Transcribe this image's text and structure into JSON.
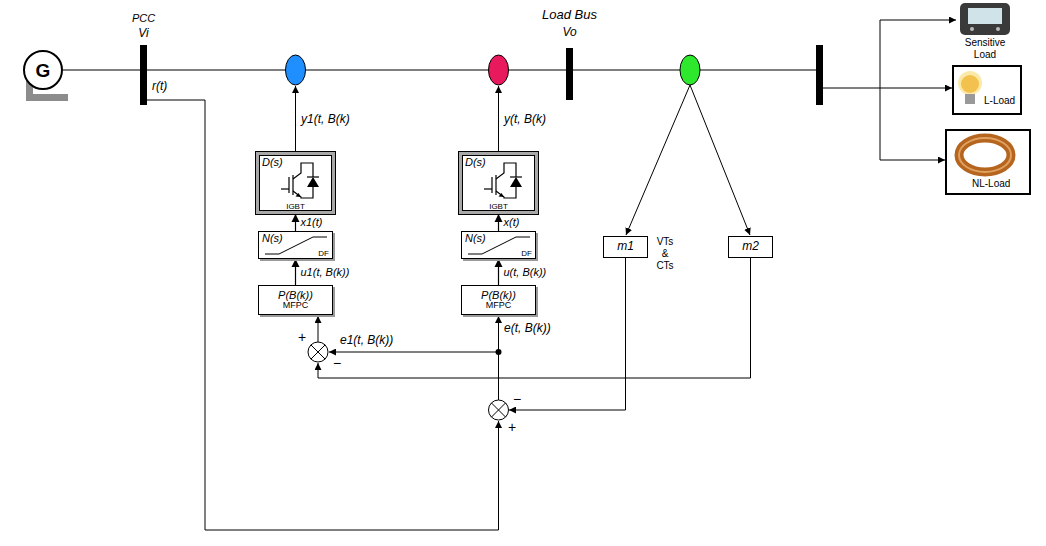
{
  "diagram": {
    "nodes": [
      {
        "text": [
          "G"
        ]
      },
      {
        "text": [
          "D(s)",
          "IGBT"
        ]
      },
      {
        "text": [
          "N(s)",
          "DF"
        ]
      },
      {
        "text": [
          "P(B(k))",
          "MFPC"
        ]
      },
      {
        "text": [
          "D(s)",
          "IGBT"
        ]
      },
      {
        "text": [
          "N(s)",
          "DF"
        ]
      },
      {
        "text": [
          "P(B(k))",
          "MFPC"
        ]
      },
      {
        "text": [
          "m1"
        ]
      },
      {
        "text": [
          "m2"
        ]
      }
    ],
    "edges": [
      {
        "from": 3,
        "to": 2,
        "arrow": "to",
        "label": "u1(t, B(k))"
      },
      {
        "from": 2,
        "to": 1,
        "arrow": "to",
        "label": "x1(t)"
      },
      {
        "from": 6,
        "to": 5,
        "arrow": "to",
        "label": "u(t, B(k))"
      },
      {
        "from": 5,
        "to": 4,
        "arrow": "to",
        "label": "x(t)"
      }
    ],
    "labels": [
      "PCC",
      "Vi",
      "r(t)",
      "Load Bus",
      "Vo",
      "y1(t, B(k)",
      "y(t, B(k)",
      "e1(t, B(k))",
      "e(t, B(k))",
      "+",
      "−",
      "−",
      "+",
      "VTs & CTs",
      "Sensitive Load",
      "L-Load",
      "NL-Load"
    ]
  }
}
